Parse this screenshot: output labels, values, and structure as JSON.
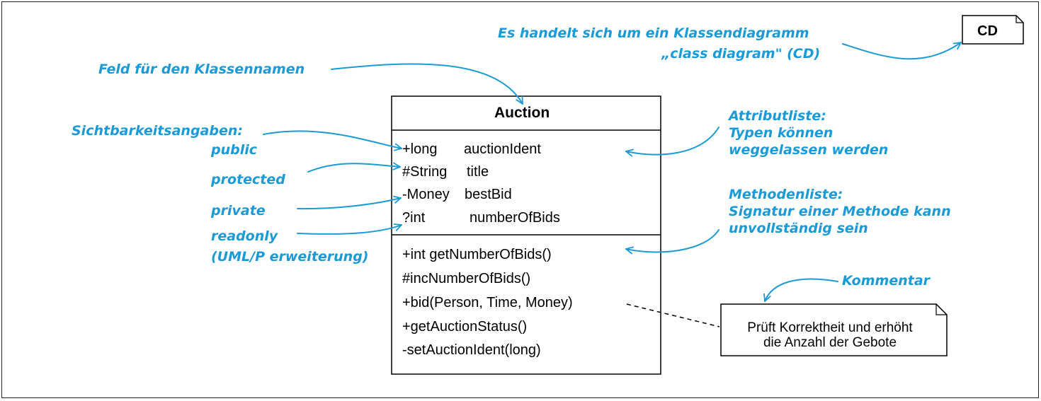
{
  "diagram_tag": "CD",
  "class_box": {
    "name": "Auction",
    "attributes": [
      {
        "modifier": "+long",
        "name": "auctionIdent"
      },
      {
        "modifier": "#String",
        "name": "title"
      },
      {
        "modifier": "-Money",
        "name": "bestBid"
      },
      {
        "modifier": "?int",
        "name": "numberOfBids"
      }
    ],
    "methods": [
      "+int getNumberOfBids()",
      "#incNumberOfBids()",
      "+bid(Person, Time, Money)",
      "+getAuctionStatus()",
      "-setAuctionIdent(long)"
    ]
  },
  "comment": {
    "line1": "Prüft Korrektheit und erhöht",
    "line2": "die Anzahl der Gebote"
  },
  "annotations": {
    "diagram_type_line1": "Es handelt sich um ein Klassendiagramm",
    "diagram_type_line2": "„class diagram\" (CD)",
    "class_name_field": "Feld für den Klassennamen",
    "visibility_heading": "Sichtbarkeitsangaben:",
    "public": "public",
    "protected": "protected",
    "private": "private",
    "readonly": "readonly",
    "readonly_note": "(UML/P erweiterung)",
    "attr_list_line1": "Attributliste:",
    "attr_list_line2": "Typen können",
    "attr_list_line3": "weggelassen werden",
    "method_list_line1": "Methodenliste:",
    "method_list_line2": "Signatur einer Methode kann",
    "method_list_line3": "unvollständig sein",
    "comment_label": "Kommentar"
  },
  "colors": {
    "annotation": "#1a9ad6",
    "lines": "#000000"
  }
}
